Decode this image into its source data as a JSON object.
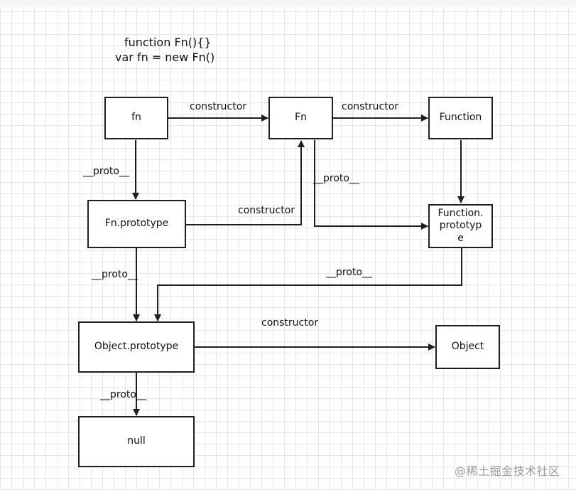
{
  "code": {
    "line1": "function Fn(){}",
    "line2": "var fn = new Fn()"
  },
  "nodes": {
    "fn": "fn",
    "Fn": "Fn",
    "Function": "Function",
    "Fn_prototype": "Fn.prototype",
    "Function_prototype_lines": [
      "Function.",
      "prototyp",
      "e"
    ],
    "Object_prototype": "Object.prototype",
    "Object": "Object",
    "null": "null"
  },
  "edges": {
    "fn_to_Fn": "constructor",
    "Fn_to_Function": "constructor",
    "fn_to_Fn_prototype": "__proto__",
    "Fn_to_Function_prototype": "__proto__",
    "Fn_prototype_to_Fn": "constructor",
    "Fn_prototype_to_Object_prototype": "__proto__",
    "Function_prototype_to_Object_prototype": "__proto__",
    "Object_prototype_to_Object": "constructor",
    "Object_prototype_to_null": "__proto__"
  },
  "watermark": "@稀土掘金技术社区"
}
